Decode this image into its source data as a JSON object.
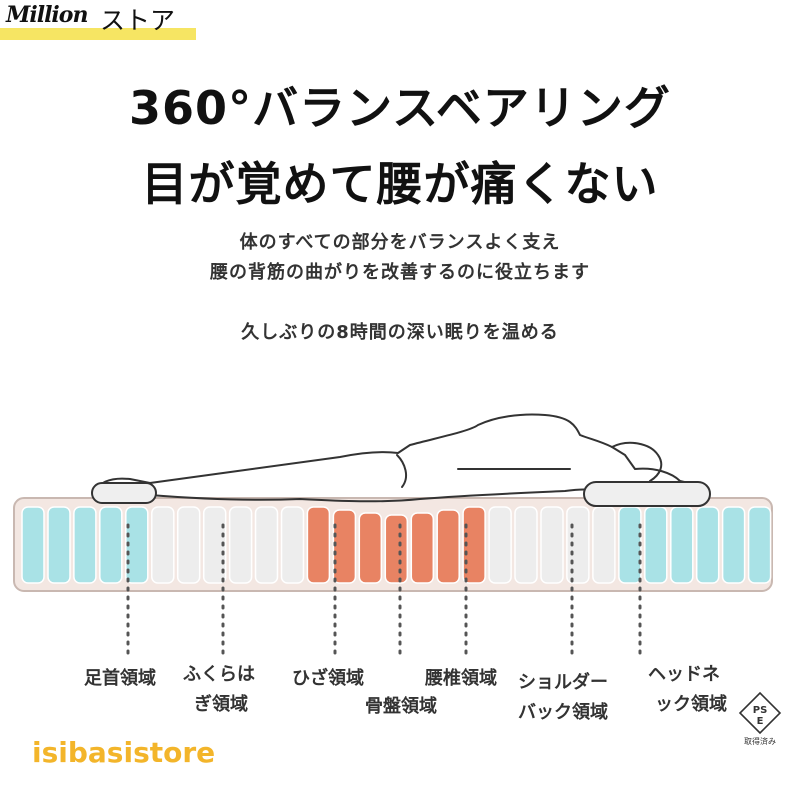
{
  "logo": {
    "script": "Million",
    "kana": "ストア",
    "accent": "#f6e563"
  },
  "headline": {
    "line1": "360°バランスベアリング",
    "line2": "目が覚めて腰が痛くない"
  },
  "description": {
    "line1": "体のすべての部分をバランスよく支え",
    "line2": "腰の背筋の曲がりを改善するのに役立ちます",
    "line3": "久しぶりの8時間の深い眠りを温める"
  },
  "zones": [
    {
      "name": "foot",
      "label": "足首領域",
      "color": "#a9e2e6"
    },
    {
      "name": "calf",
      "label": "ふくらはぎ領域",
      "color": "#ededed"
    },
    {
      "name": "knee",
      "label": "ひざ領域",
      "color": "#e88363"
    },
    {
      "name": "pelvis",
      "label": "骨盤領域",
      "color": "#e88363"
    },
    {
      "name": "lumbar",
      "label": "腰椎領域",
      "color": "#e88363"
    },
    {
      "name": "shoulder",
      "label": "ショルダーバック領域",
      "color": "#ededed"
    },
    {
      "name": "head",
      "label": "ヘッドネック領域",
      "color": "#a9e2e6"
    }
  ],
  "labels": {
    "foot": "足首領域",
    "calf_1": "ふくらは",
    "calf_2": "ぎ領域",
    "knee": "ひざ領域",
    "pelvis": "骨盤領域",
    "lumbar": "腰椎領域",
    "shoulder_1": "ショルダー",
    "shoulder_2": "バック領域",
    "head_1": "ヘッドネ",
    "head_2": "ック領域"
  },
  "certification": {
    "mark": "PSE",
    "caption": "取得済み"
  },
  "store_name": "isibasistore",
  "colors": {
    "mattress_frame": "#f3e7e2",
    "store_text": "#f3b52a"
  }
}
